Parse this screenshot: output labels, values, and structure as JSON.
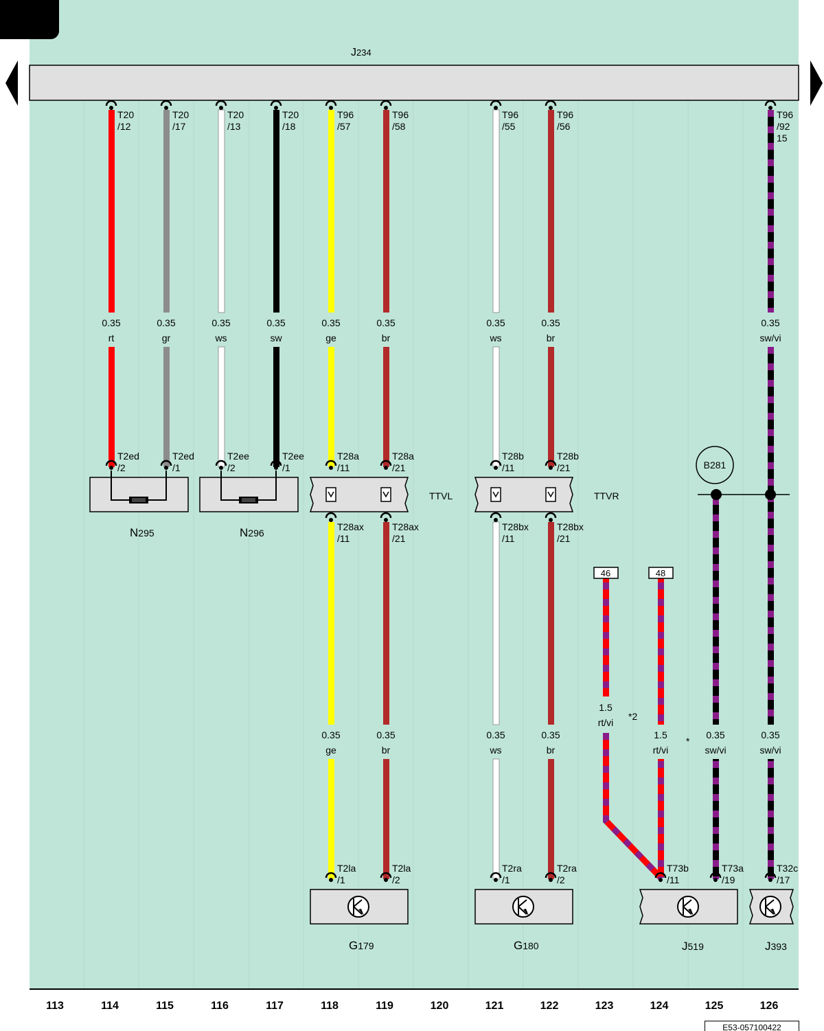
{
  "bus": {
    "label": "J",
    "sub": "234"
  },
  "columns": [
    "113",
    "114",
    "115",
    "116",
    "117",
    "118",
    "119",
    "120",
    "121",
    "122",
    "123",
    "124",
    "125",
    "126"
  ],
  "colors": {
    "background": "#bfe5d8",
    "component_fill": "#e0e0e0",
    "rt": "#ff0000",
    "gr": "#8c8c8c",
    "ws": "#ffffff",
    "sw": "#000000",
    "ge": "#ffff00",
    "br": "#b22a2a",
    "vi": "#8a1c8a"
  },
  "top_pins": [
    {
      "l1": "T20",
      "l2": "/12",
      "l3": ""
    },
    {
      "l1": "T20",
      "l2": "/17",
      "l3": ""
    },
    {
      "l1": "T20",
      "l2": "/13",
      "l3": ""
    },
    {
      "l1": "T20",
      "l2": "/18",
      "l3": ""
    },
    {
      "l1": "T96",
      "l2": "/57",
      "l3": ""
    },
    {
      "l1": "T96",
      "l2": "/58",
      "l3": ""
    },
    {
      "l1": "T96",
      "l2": "/55",
      "l3": ""
    },
    {
      "l1": "T96",
      "l2": "/56",
      "l3": ""
    },
    {
      "l1": "T96",
      "l2": "/92",
      "l3": "15"
    }
  ],
  "wire_labels_upper": [
    {
      "size": "0.35",
      "color": "rt"
    },
    {
      "size": "0.35",
      "color": "gr"
    },
    {
      "size": "0.35",
      "color": "ws"
    },
    {
      "size": "0.35",
      "color": "sw"
    },
    {
      "size": "0.35",
      "color": "ge"
    },
    {
      "size": "0.35",
      "color": "br"
    },
    {
      "size": "0.35",
      "color": "ws"
    },
    {
      "size": "0.35",
      "color": "br"
    },
    {
      "size": "0.35",
      "color": "sw/vi"
    }
  ],
  "mid_pins_top": [
    {
      "l1": "T2ed",
      "l2": "/2"
    },
    {
      "l1": "T2ed",
      "l2": "/1"
    },
    {
      "l1": "T2ee",
      "l2": "/2"
    },
    {
      "l1": "T2ee",
      "l2": "/1"
    },
    {
      "l1": "T28a",
      "l2": "/11"
    },
    {
      "l1": "T28a",
      "l2": "/21"
    },
    {
      "l1": "T28b",
      "l2": "/11"
    },
    {
      "l1": "T28b",
      "l2": "/21"
    }
  ],
  "mid_pins_bottom": [
    {
      "l1": "T28ax",
      "l2": "/11"
    },
    {
      "l1": "T28ax",
      "l2": "/21"
    },
    {
      "l1": "T28bx",
      "l2": "/11"
    },
    {
      "l1": "T28bx",
      "l2": "/21"
    }
  ],
  "components": [
    {
      "name": "N",
      "sub": "295"
    },
    {
      "name": "N",
      "sub": "296"
    },
    {
      "name": "G",
      "sub": "179"
    },
    {
      "name": "G",
      "sub": "180"
    },
    {
      "name": "J",
      "sub": "519"
    },
    {
      "name": "J",
      "sub": "393"
    }
  ],
  "connectors": [
    {
      "name": "TTVL"
    },
    {
      "name": "TTVR"
    }
  ],
  "ground": {
    "label": "B281"
  },
  "refs": [
    "46",
    "48"
  ],
  "wire_labels_lower": [
    {
      "size": "0.35",
      "color": "ge"
    },
    {
      "size": "0.35",
      "color": "br"
    },
    {
      "size": "0.35",
      "color": "ws"
    },
    {
      "size": "0.35",
      "color": "br"
    },
    {
      "size": "1.5",
      "color": "rt/vi"
    },
    {
      "size": "1.5",
      "color": "rt/vi"
    },
    {
      "size": "0.35",
      "color": "sw/vi"
    },
    {
      "size": "0.35",
      "color": "sw/vi"
    }
  ],
  "notes": [
    "*2",
    "*"
  ],
  "bottom_pins": [
    {
      "l1": "T2la",
      "l2": "/1"
    },
    {
      "l1": "T2la",
      "l2": "/2"
    },
    {
      "l1": "T2ra",
      "l2": "/1"
    },
    {
      "l1": "T2ra",
      "l2": "/2"
    },
    {
      "l1": "T73b",
      "l2": "/11"
    },
    {
      "l1": "T73a",
      "l2": "/19"
    },
    {
      "l1": "T32c",
      "l2": "/17"
    }
  ],
  "footer_code": "E53-057100422"
}
